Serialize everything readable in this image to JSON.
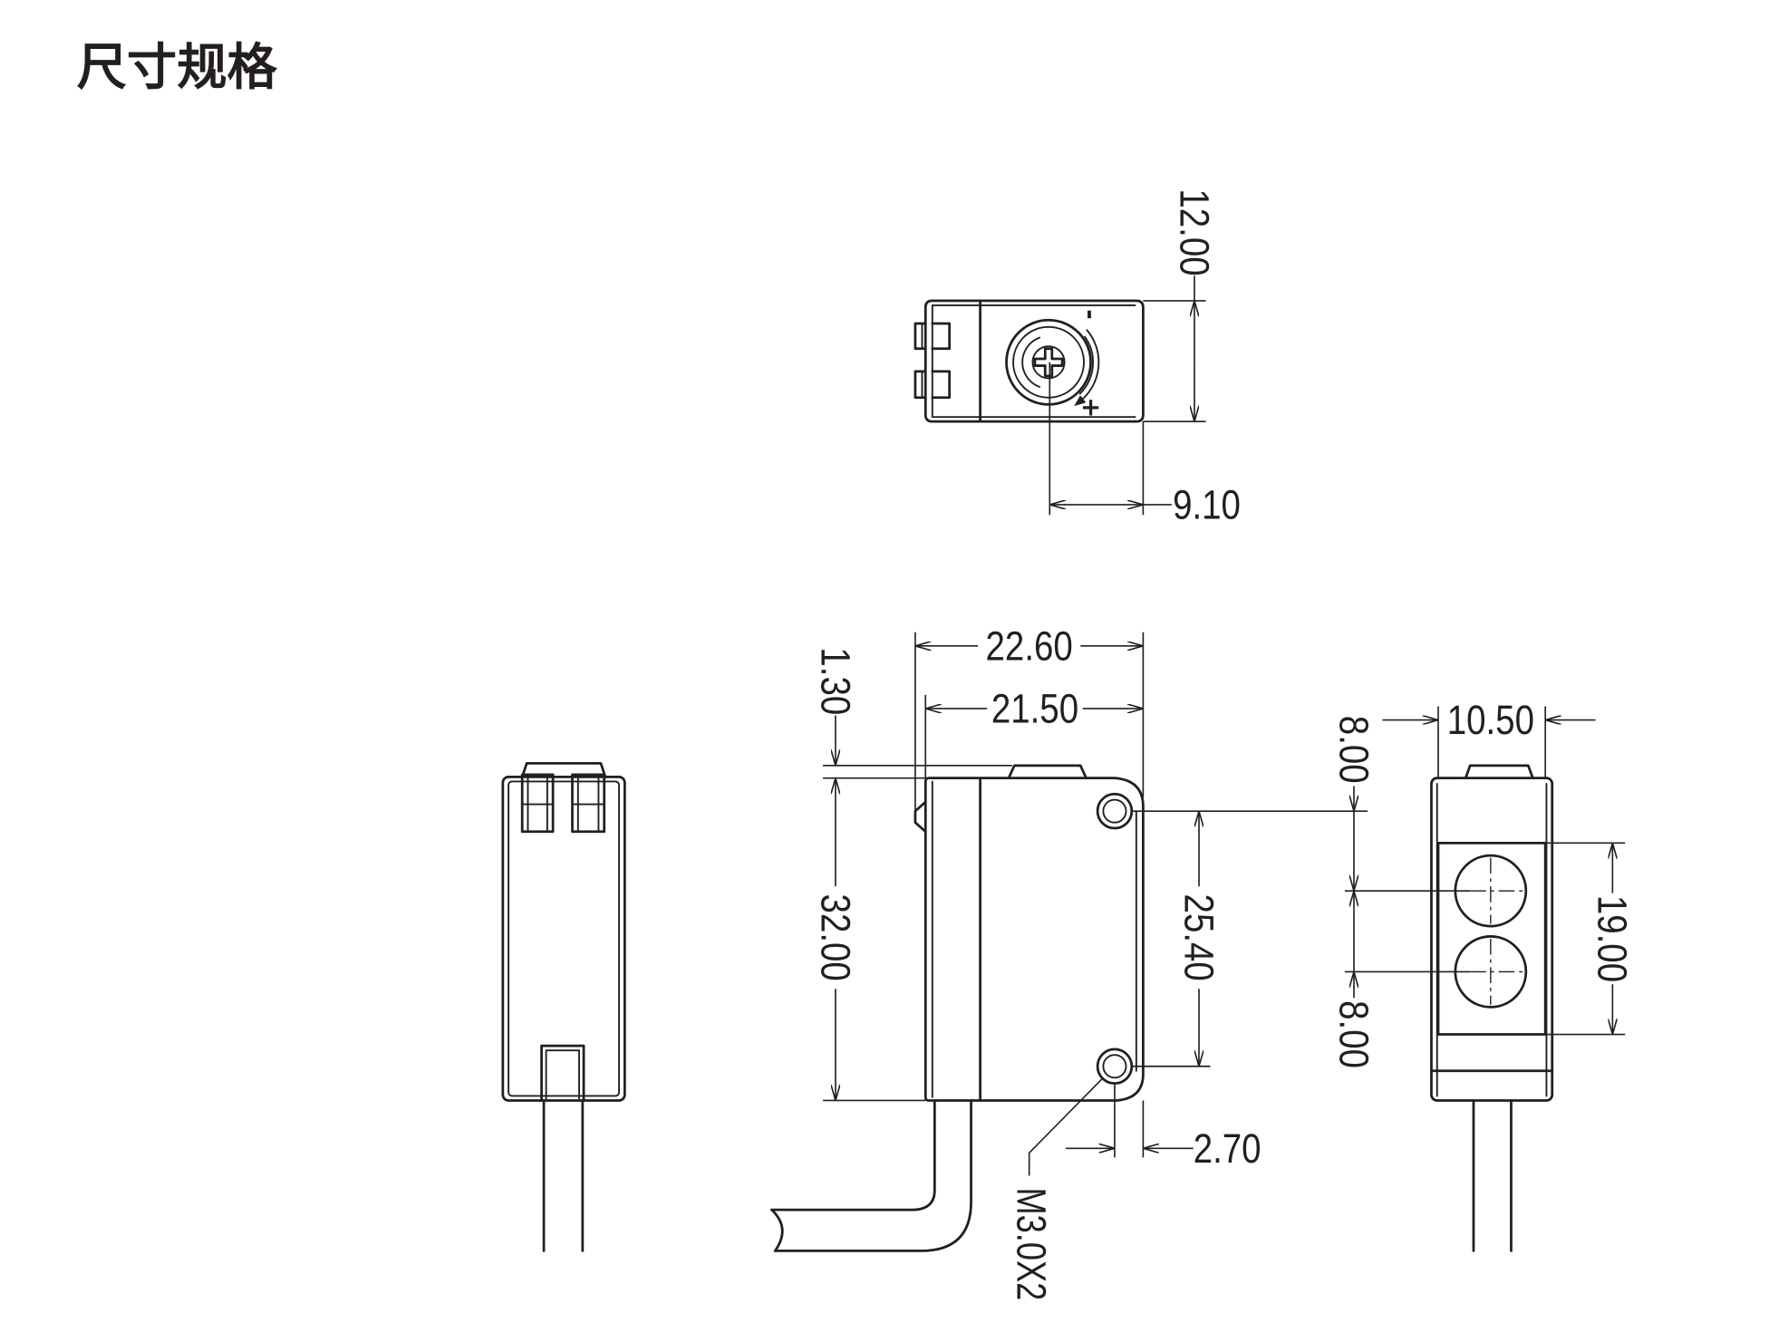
{
  "title": "尺寸规格",
  "top_view": {
    "adjuster_minus": "-",
    "adjuster_plus": "+",
    "dim_height": "12.00",
    "dim_adjuster_offset": "9.10"
  },
  "front_view": {
    "dim_overall_width": "22.60",
    "dim_body_width": "21.50",
    "dim_cap_height": "1.30",
    "dim_body_height": "32.00",
    "dim_hole_pitch": "25.40",
    "dim_hole_edge": "2.70",
    "thread_label": "M3.0X2"
  },
  "lens_view": {
    "dim_width": "10.50",
    "dim_hole_to_lens": "8.00",
    "dim_lens_pitch": "8.00",
    "dim_window_height": "19.00"
  },
  "colors": {
    "ink": "#231f20",
    "background": "#ffffff"
  }
}
